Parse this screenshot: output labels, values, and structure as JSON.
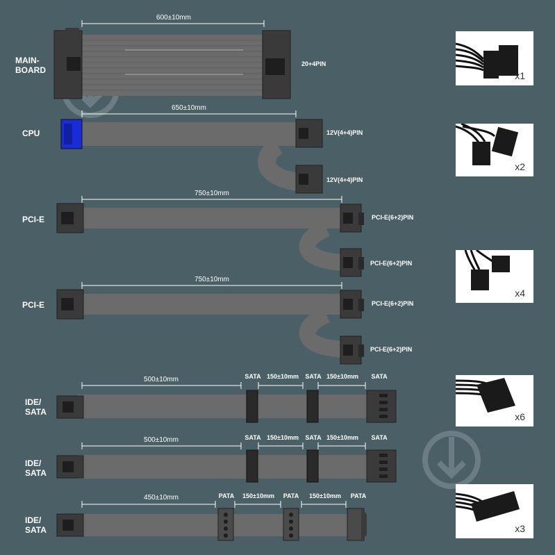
{
  "rows": {
    "mainboard": {
      "label": [
        "MAIN-",
        "BOARD"
      ],
      "length": "600±10mm",
      "pin": "20+4PIN"
    },
    "cpu": {
      "label": "CPU",
      "length": "650±10mm",
      "pins": [
        "12V(4+4)PIN",
        "12V(4+4)PIN"
      ]
    },
    "pcie1": {
      "label": "PCI-E",
      "length": "750±10mm",
      "pins": [
        "PCI-E(6+2)PIN",
        "PCI-E(6+2)PIN"
      ]
    },
    "pcie2": {
      "label": "PCI-E",
      "length": "750±10mm",
      "pins": [
        "PCI-E(6+2)PIN",
        "PCI-E(6+2)PIN"
      ]
    },
    "sata1": {
      "label": [
        "IDE/",
        "SATA"
      ],
      "lengths": [
        "500±10mm",
        "150±10mm",
        "150±10mm"
      ],
      "tags": [
        "SATA",
        "SATA",
        "SATA"
      ]
    },
    "sata2": {
      "label": [
        "IDE/",
        "SATA"
      ],
      "lengths": [
        "500±10mm",
        "150±10mm",
        "150±10mm"
      ],
      "tags": [
        "SATA",
        "SATA",
        "SATA"
      ]
    },
    "pata": {
      "label": [
        "IDE/",
        "SATA"
      ],
      "lengths": [
        "450±10mm",
        "150±10mm",
        "150±10mm"
      ],
      "tags": [
        "PATA",
        "PATA",
        "PATA"
      ]
    }
  },
  "thumbnails": [
    {
      "connector": "24-pin",
      "qty": "x1"
    },
    {
      "connector": "8-pin CPU",
      "qty": "x2"
    },
    {
      "connector": "6+2 PCI-E",
      "qty": "x4"
    },
    {
      "connector": "SATA",
      "qty": "x6"
    },
    {
      "connector": "Molex",
      "qty": "x3"
    }
  ],
  "colors": {
    "background": "#4a5f66",
    "cable": "#6b6b6b",
    "connector": "#3a3a3a",
    "cpu_blue": "#1a2bd8"
  }
}
